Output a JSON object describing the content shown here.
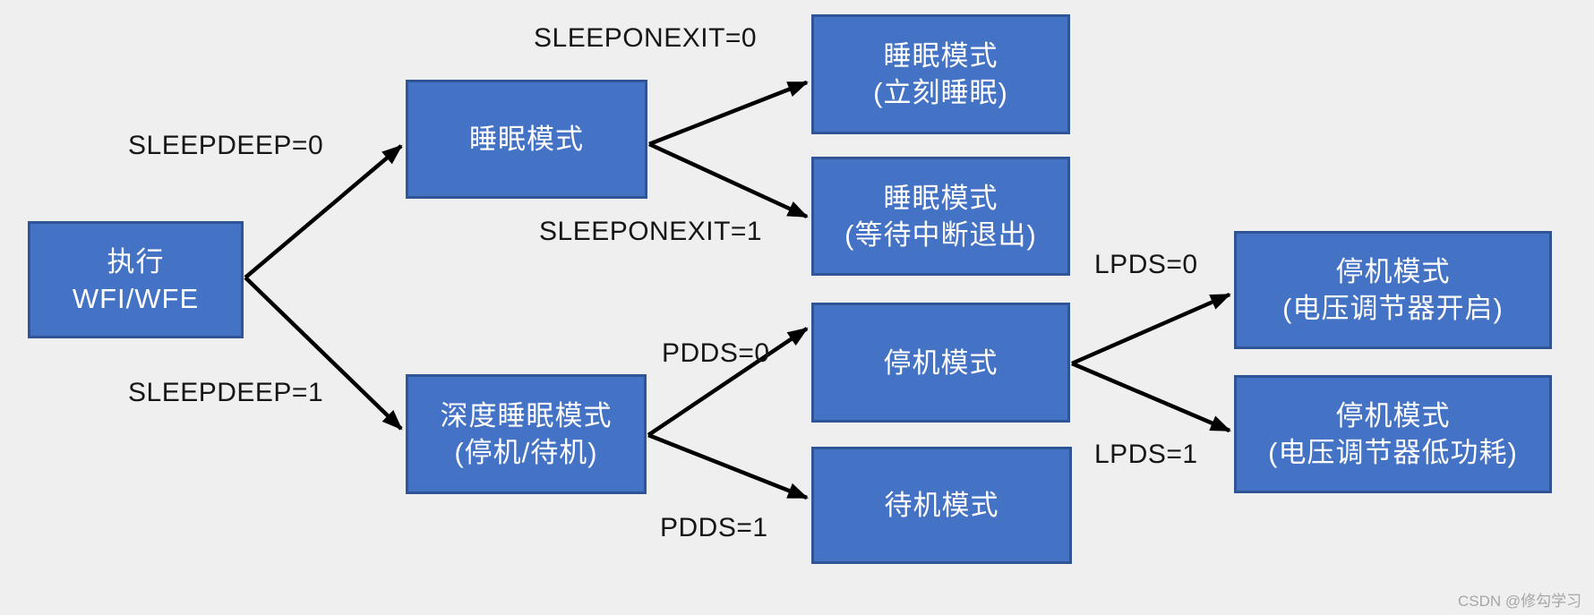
{
  "colors": {
    "node_fill": "#4472c4",
    "node_border": "#2f5597",
    "node_text": "#ffffff",
    "arrow": "#000000",
    "label_text": "#161616",
    "background": "#efefef",
    "watermark": "#a6a6a6"
  },
  "nodes": {
    "execute": {
      "line1": "执行",
      "line2": "WFI/WFE"
    },
    "sleep": {
      "line1": "睡眠模式",
      "line2": ""
    },
    "deep_sleep": {
      "line1": "深度睡眠模式",
      "line2": "(停机/待机)"
    },
    "sleep_immediate": {
      "line1": "睡眠模式",
      "line2": "(立刻睡眠)"
    },
    "sleep_wait_exit": {
      "line1": "睡眠模式",
      "line2": "(等待中断退出)"
    },
    "stop": {
      "line1": "停机模式",
      "line2": ""
    },
    "standby": {
      "line1": "待机模式",
      "line2": ""
    },
    "stop_vr_on": {
      "line1": "停机模式",
      "line2": "(电压调节器开启)"
    },
    "stop_vr_low": {
      "line1": "停机模式",
      "line2": "(电压调节器低功耗)"
    }
  },
  "edge_labels": {
    "sleepdeep_0": "SLEEPDEEP=0",
    "sleepdeep_1": "SLEEPDEEP=1",
    "sleeponexit_0": "SLEEPONEXIT=0",
    "sleeponexit_1": "SLEEPONEXIT=1",
    "pdds_0": "PDDS=0",
    "pdds_1": "PDDS=1",
    "lpds_0": "LPDS=0",
    "lpds_1": "LPDS=1"
  },
  "watermark": "CSDN @修勾学习"
}
